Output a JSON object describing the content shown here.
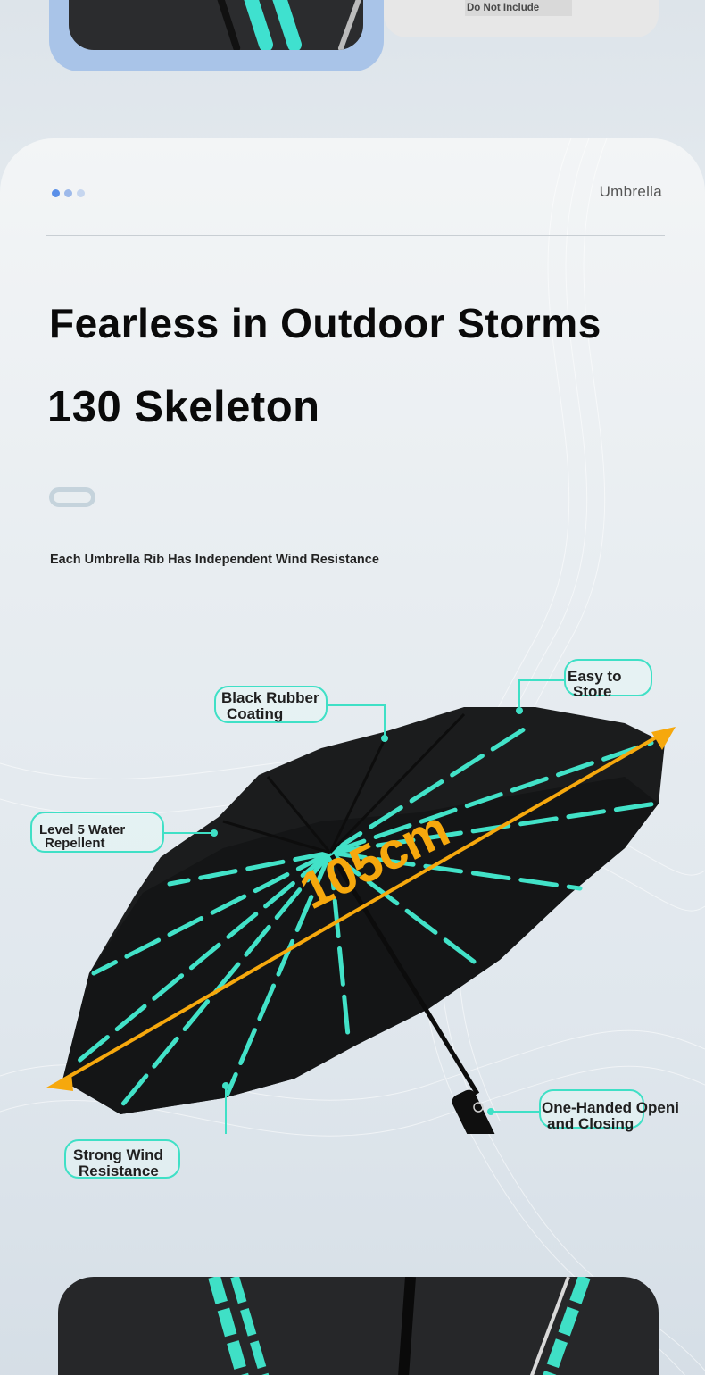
{
  "top_section": {
    "tag_text": "Do Not Include"
  },
  "header": {
    "brand_label": "Umbrella",
    "dot_colors": [
      "#5a8fe8",
      "#9db9ea",
      "#c6d6ef"
    ]
  },
  "headline": {
    "line1": "Fearless in Outdoor Storms",
    "line2": "130 Skeleton"
  },
  "subtitle": "Each Umbrella Rib Has Independent Wind Resistance",
  "figure": {
    "dimension_label": "105cm",
    "callouts": {
      "black_rubber": [
        "Black Rubber",
        "Coating"
      ],
      "easy_store": [
        "Easy to",
        "Store"
      ],
      "water_repellent": [
        "Level 5 Water",
        "Repellent"
      ],
      "strong_wind": [
        "Strong Wind",
        "Resistance"
      ],
      "one_handed": [
        "One-Handed Openi",
        "and Closing"
      ]
    }
  },
  "colors": {
    "accent_teal": "#3fe0c6",
    "dimension_orange": "#f6a80d",
    "canopy_black": "#1b1c1d"
  }
}
